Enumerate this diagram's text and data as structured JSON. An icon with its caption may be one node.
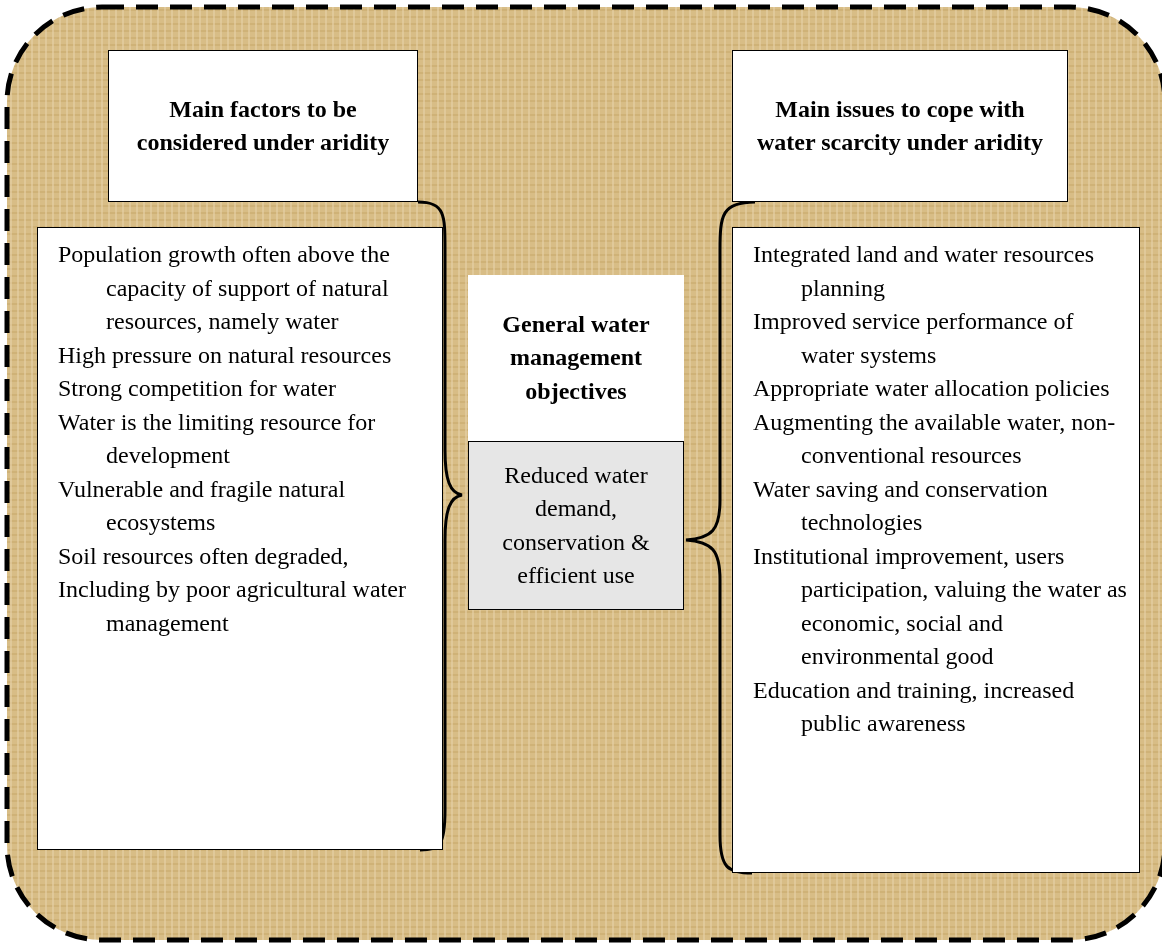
{
  "diagram": {
    "nodes": [
      {
        "text": [
          "Main factors to be considered under aridity"
        ]
      },
      {
        "text": [
          "Population growth often above the capacity of support of natural resources, namely water",
          "High pressure on natural resources",
          "Strong competition for water",
          "Water is the limiting resource for development",
          "Vulnerable and fragile natural ecosystems",
          "Soil resources often degraded,",
          "Including by poor agricultural water management"
        ]
      },
      {
        "text": [
          "General water management objectives"
        ]
      },
      {
        "text": [
          "Reduced water demand, conservation & efficient use"
        ]
      },
      {
        "text": [
          "Main issues to cope with water scarcity under aridity"
        ]
      },
      {
        "text": [
          "Integrated land and water resources planning",
          "Improved service performance of water systems",
          "Appropriate water allocation policies",
          "Augmenting the available water, non-conventional resources",
          "Water saving and conservation technologies",
          "Institutional improvement, users participation, valuing the water as economic, social and environmental good",
          "Education and training, increased public awareness"
        ]
      }
    ],
    "edges": []
  }
}
